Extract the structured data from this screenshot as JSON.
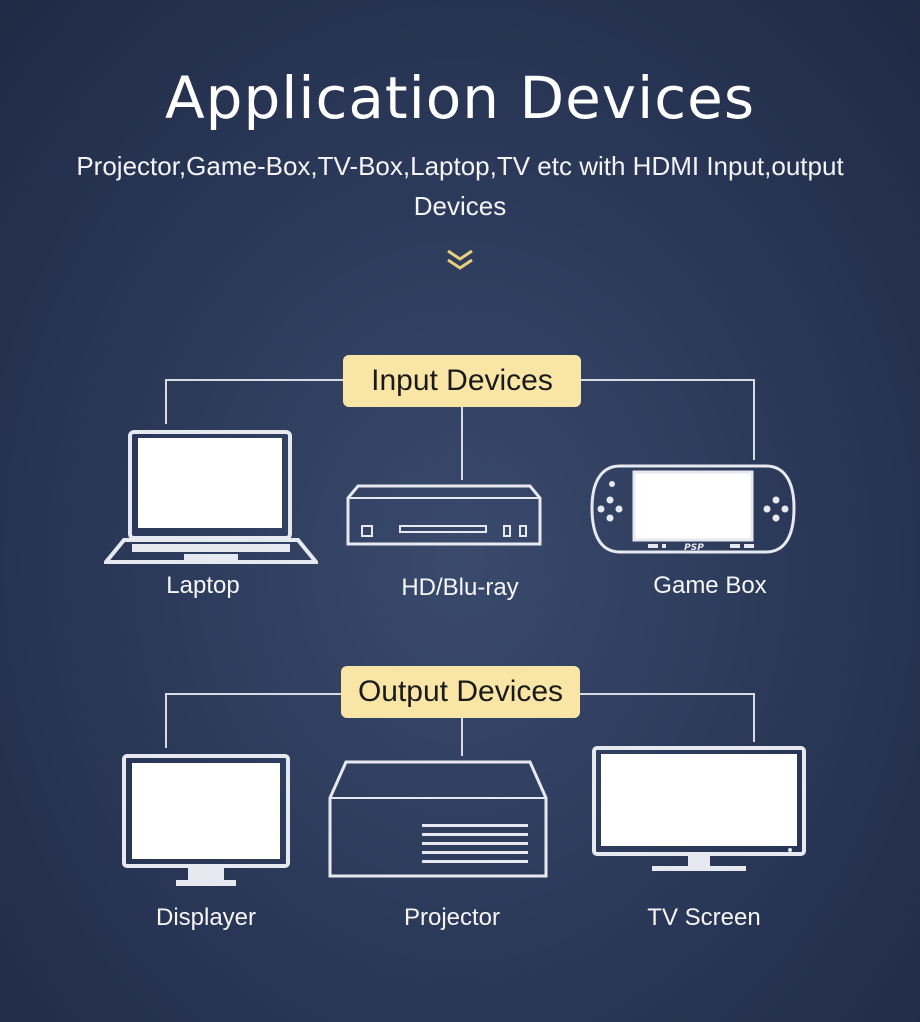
{
  "header": {
    "title": "Application Devices",
    "subtitle": "Projector,Game-Box,TV-Box,Laptop,TV etc with HDMI Input,output Devices"
  },
  "input_group": {
    "label": "Input Devices",
    "devices": [
      {
        "label": "Laptop",
        "icon": "laptop-icon"
      },
      {
        "label": "HD/Blu-ray",
        "icon": "bluray-player-icon"
      },
      {
        "label": "Game Box",
        "icon": "handheld-console-icon"
      }
    ]
  },
  "output_group": {
    "label": "Output Devices",
    "devices": [
      {
        "label": "Displayer",
        "icon": "monitor-icon"
      },
      {
        "label": "Projector",
        "icon": "projector-icon"
      },
      {
        "label": "TV Screen",
        "icon": "tv-icon"
      }
    ]
  },
  "colors": {
    "background": "#2a3757",
    "pill": "#f9e6a6",
    "chevron": "#e8cf7a",
    "icon": "#e6e9ef"
  }
}
